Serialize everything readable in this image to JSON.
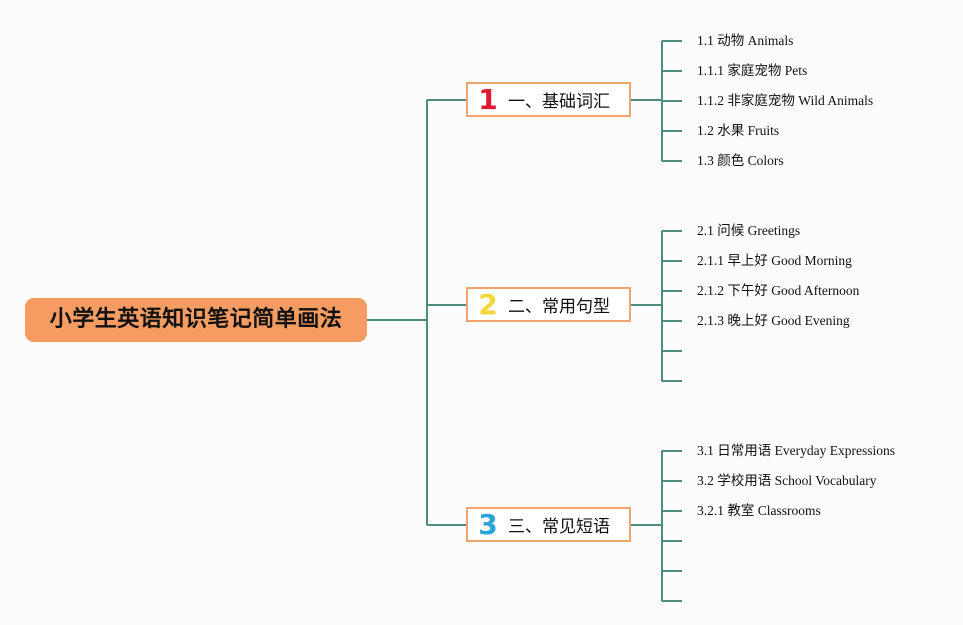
{
  "title": "小学生英语知识笔记简单画法",
  "colors": {
    "root_bg": "#f49c62",
    "branch_border": "#f0a46e",
    "connector": "#4e8c7c",
    "num1": "#e0182f",
    "num2": "#f6d73a",
    "num3": "#2aa3dc"
  },
  "branches": [
    {
      "num": "1",
      "label": "一、基础词汇",
      "children": [
        "1.1 动物 Animals",
        "1.1.1 家庭宠物 Pets",
        "1.1.2 非家庭宠物 Wild Animals",
        "1.2 水果 Fruits",
        "1.3 颜色 Colors"
      ]
    },
    {
      "num": "2",
      "label": "二、常用句型",
      "children": [
        "2.1 问候 Greetings",
        "2.1.1 早上好 Good Morning",
        "2.1.2 下午好 Good Afternoon",
        "2.1.3 晚上好 Good Evening",
        "",
        ""
      ]
    },
    {
      "num": "3",
      "label": "三、常见短语",
      "children": [
        "3.1 日常用语 Everyday Expressions",
        "3.2 学校用语 School Vocabulary",
        "3.2.1 教室 Classrooms",
        "",
        "",
        ""
      ]
    }
  ]
}
